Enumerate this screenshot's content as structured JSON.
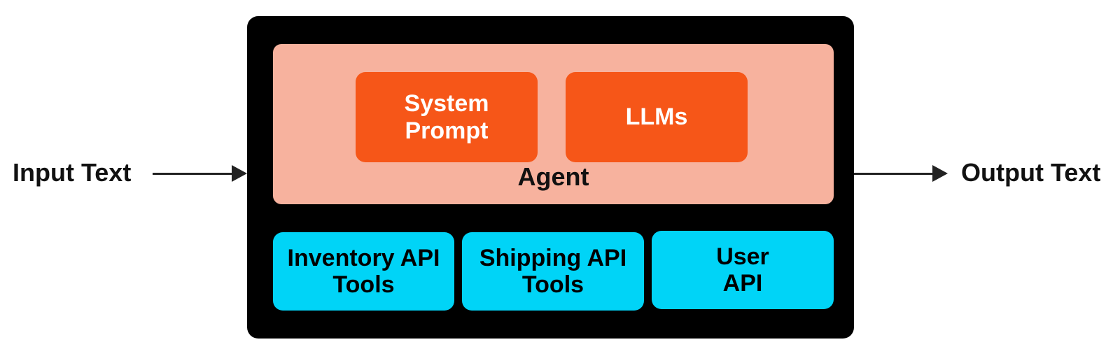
{
  "diagram": {
    "input_label": "Input Text",
    "output_label": "Output Text",
    "agent": {
      "label": "Agent",
      "components": [
        {
          "line1": "System",
          "line2": "Prompt"
        },
        {
          "line1": "LLMs",
          "line2": ""
        }
      ]
    },
    "tools": [
      {
        "line1": "Inventory API",
        "line2": "Tools"
      },
      {
        "line1": "Shipping API",
        "line2": "Tools"
      },
      {
        "line1": "User",
        "line2": "API"
      }
    ],
    "colors": {
      "container": "#000000",
      "agent_bg": "#f7b29e",
      "agent_component": "#f65618",
      "tool_bg": "#00d4f7"
    }
  }
}
